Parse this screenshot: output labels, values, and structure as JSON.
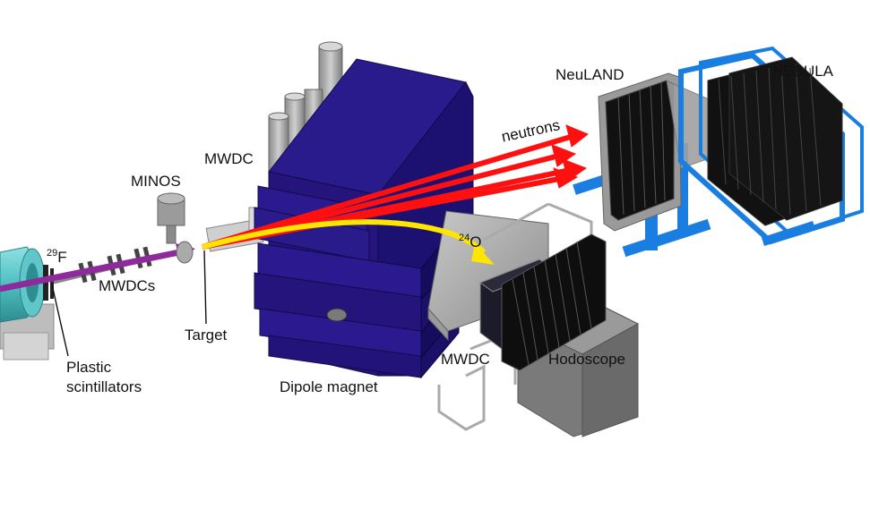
{
  "labels": {
    "minos": "MINOS",
    "mwdc_top": "MWDC",
    "neuland": "NeuLAND",
    "nebula": "NEBULA",
    "neutrons": "neutrons",
    "f29_mass": "29",
    "f29_symbol": "F",
    "o24_mass": "24",
    "o24_symbol": "O",
    "mwdcs": "MWDCs",
    "target": "Target",
    "plastic_line1": "Plastic",
    "plastic_line2": "scintillators",
    "dipole": "Dipole magnet",
    "mwdc_bottom": "MWDC",
    "hodoscope": "Hodoscope"
  },
  "colors": {
    "magnet": "#23137a",
    "magnet_dark": "#150b55",
    "beam": "#8e2a9c",
    "neutron_arrow": "#ff1010",
    "fragment_arrow": "#ffe600",
    "nebula_frame": "#1a7ee0",
    "neuland_frame": "#9a9a9a",
    "detector_black": "#111111",
    "beamline": "#5fc7c9",
    "hodoscope_box": "#7a7a7a"
  }
}
